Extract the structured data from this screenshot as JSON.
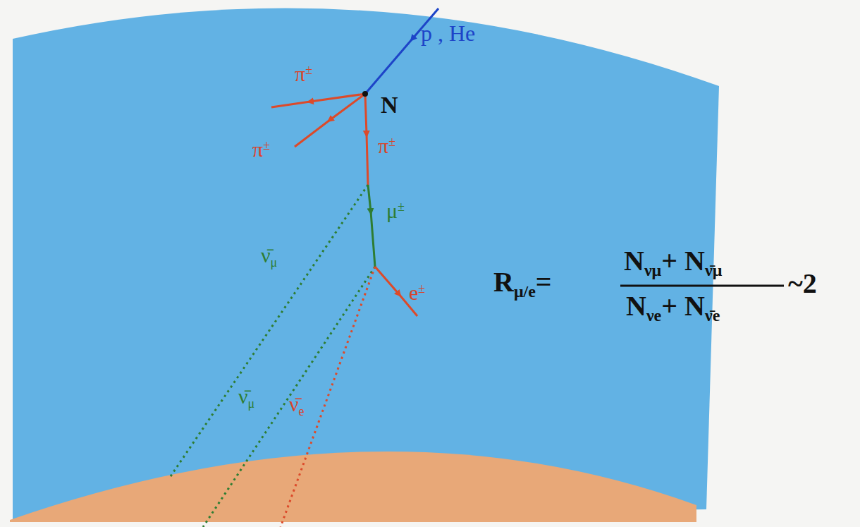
{
  "diagram": {
    "labels": [
      "p , He",
      "π±",
      "N",
      "π±",
      "π±",
      "μ±",
      "ν̄μ",
      "e±",
      "ν̄μ",
      "ν̄e",
      "Rμ/e=",
      "Nνμ+ Nν̄μ",
      "Nνe+ Nν̄e",
      "~2"
    ]
  }
}
